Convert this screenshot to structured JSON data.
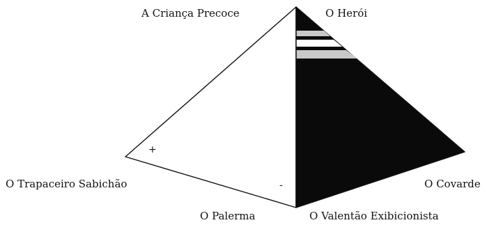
{
  "diagram": {
    "labels": {
      "top_left": "A Criança Precoce",
      "top_right": "O Herói",
      "left": "O Trapaceiro Sabichão",
      "right": "O Covarde",
      "bottom_left": "O Palerma",
      "bottom_right": "O Valentão Exibicionista"
    },
    "signs": {
      "plus": "+",
      "minus": "-"
    },
    "colors": {
      "dark_face": "#0a0a0a",
      "light_face": "#ffffff",
      "outline": "#111111",
      "band": "#c8c8c8"
    }
  }
}
